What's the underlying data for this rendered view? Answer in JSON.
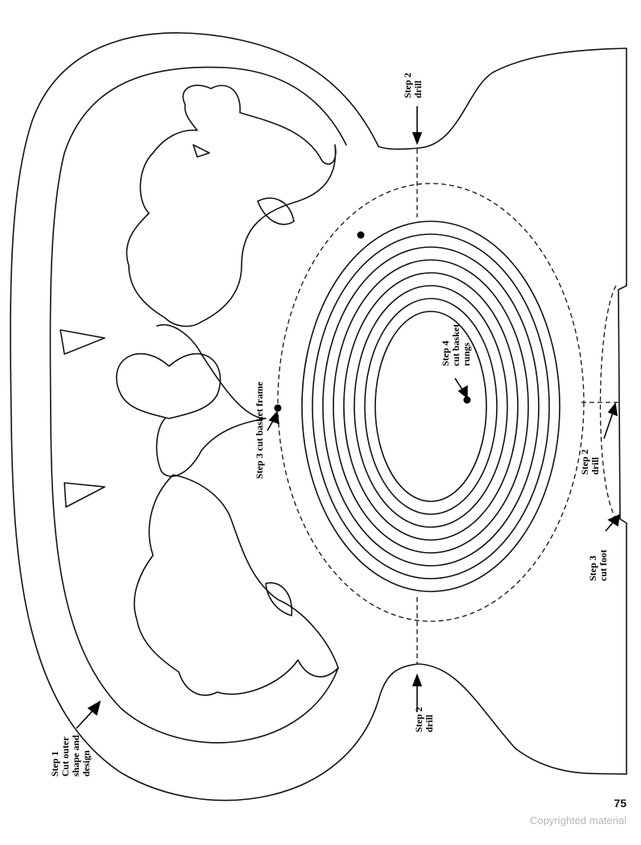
{
  "labels": {
    "step1": [
      "Step 1",
      "Cut outer",
      "shape and",
      "design"
    ],
    "step2_top": [
      "Step 2",
      "drill"
    ],
    "step2_bottom": [
      "Step 2",
      "drill"
    ],
    "step2_foot": [
      "Step 2",
      "drill"
    ],
    "step3_frame": "Step 3 cut basket frame",
    "step3_foot": [
      "Step 3",
      "cut foot"
    ],
    "step4": [
      "Step 4",
      "cut basket",
      "rungs"
    ]
  },
  "footer": {
    "page_number": "75",
    "copyright": "Copyrighted material"
  }
}
